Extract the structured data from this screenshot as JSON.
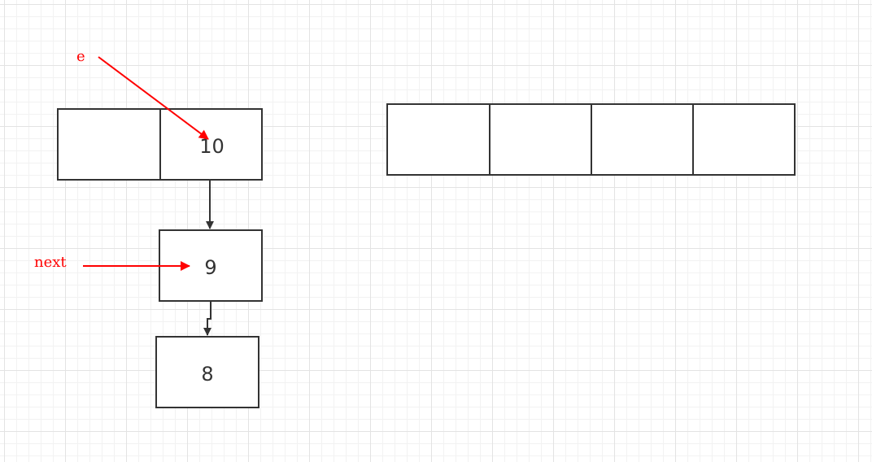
{
  "pointers": {
    "e": "e",
    "next": "next"
  },
  "nodes": {
    "head_value": "10",
    "second_value": "9",
    "third_value": "8"
  },
  "colors": {
    "pointer": "#ff0000",
    "stroke": "#333333",
    "grid_major": "#e3e3e3",
    "grid_minor": "#f2f2f2"
  }
}
